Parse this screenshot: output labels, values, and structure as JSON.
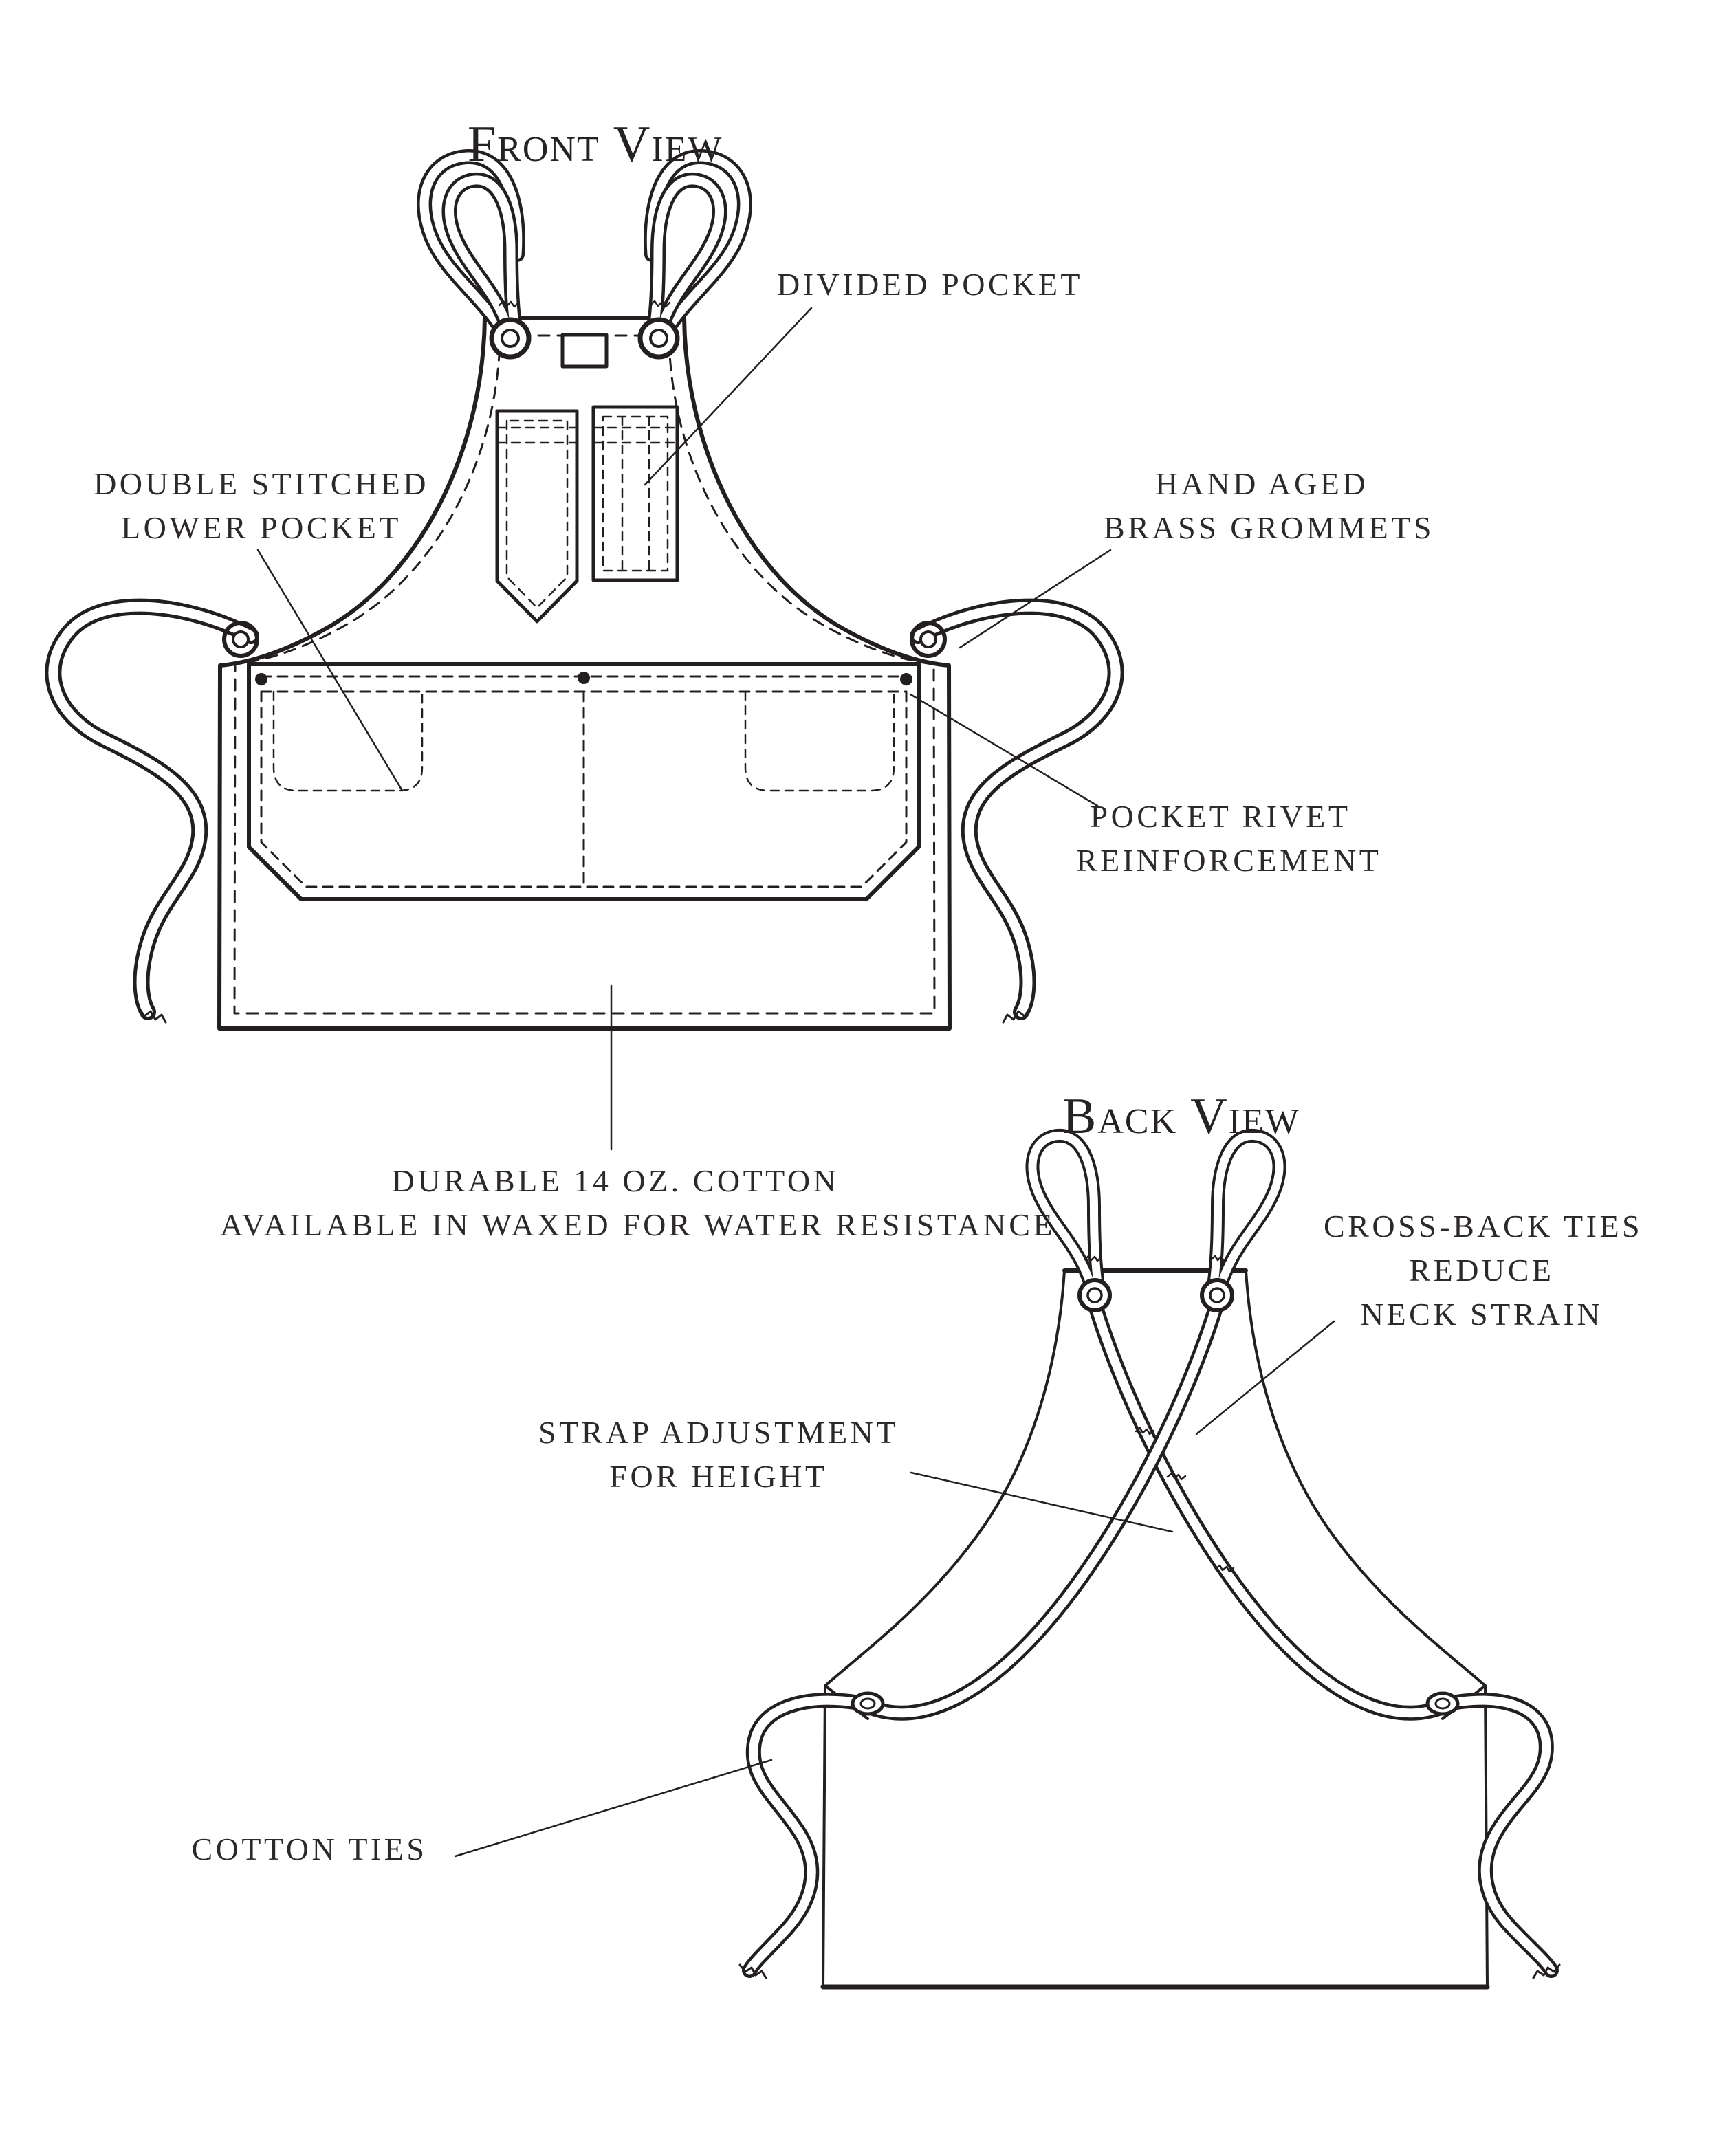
{
  "page": {
    "background": "#ffffff",
    "line_color": "#231f20",
    "text_color": "#2d292a"
  },
  "front_view": {
    "title": "Front View",
    "labels": {
      "divided_pocket": {
        "text": "DIVIDED POCKET"
      },
      "double_stitched": {
        "line1": "DOUBLE STITCHED",
        "line2": "LOWER POCKET"
      },
      "hand_aged": {
        "line1": "HAND AGED",
        "line2": "BRASS GROMMETS"
      },
      "pocket_rivet": {
        "line1": "POCKET RIVET",
        "line2": "REINFORCEMENT"
      },
      "durable_cotton": {
        "line1": "DURABLE 14 OZ. COTTON",
        "line2": "AVAILABLE IN WAXED FOR WATER RESISTANCE"
      }
    }
  },
  "back_view": {
    "title": "Back View",
    "labels": {
      "cross_back": {
        "line1": "CROSS-BACK TIES",
        "line2": "REDUCE",
        "line3": "NECK STRAIN"
      },
      "strap_adjustment": {
        "line1": "STRAP ADJUSTMENT",
        "line2": "FOR HEIGHT"
      },
      "cotton_ties": {
        "text": "COTTON TIES"
      }
    }
  }
}
